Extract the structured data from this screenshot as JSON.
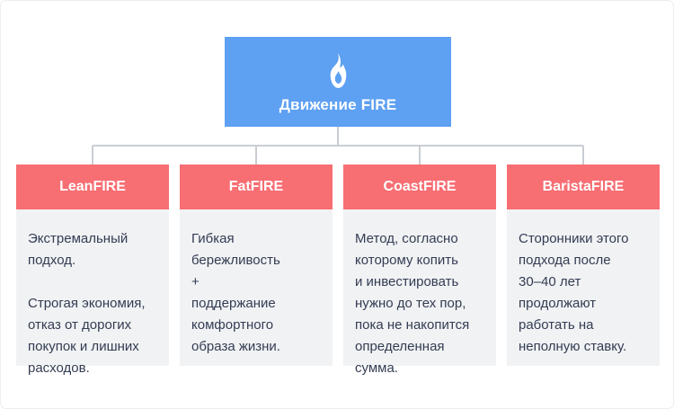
{
  "root": {
    "title": "Движение FIRE",
    "icon": "flame-icon"
  },
  "branches": [
    {
      "label": "LeanFIRE",
      "description": "Экстремальный\nподход.\n\nСтрогая экономия,\nотказ от дорогих\nпокупок и лишних\nрасходов."
    },
    {
      "label": "FatFIRE",
      "description": "Гибкая\nбережливость\n+\nподдержание\nкомфортного\nобраза жизни."
    },
    {
      "label": "CoastFIRE",
      "description": "Метод, согласно\nкоторому копить\nи инвестировать\nнужно до тех пор,\nпока не накопится\nопределенная\nсумма."
    },
    {
      "label": "BaristaFIRE",
      "description": "Сторонники этого\nподхода после\n30–40 лет\nпродолжают\nработать на\nнеполную ставку."
    }
  ],
  "colors": {
    "root_node": "#5EA0F2",
    "branch_header": "#F76E73",
    "branch_body": "#F1F2F4",
    "body_text": "#333C52",
    "connector": "#C9CDD3",
    "icon_and_labels": "#FFFFFF",
    "canvas_border": "#ECEDF0"
  }
}
